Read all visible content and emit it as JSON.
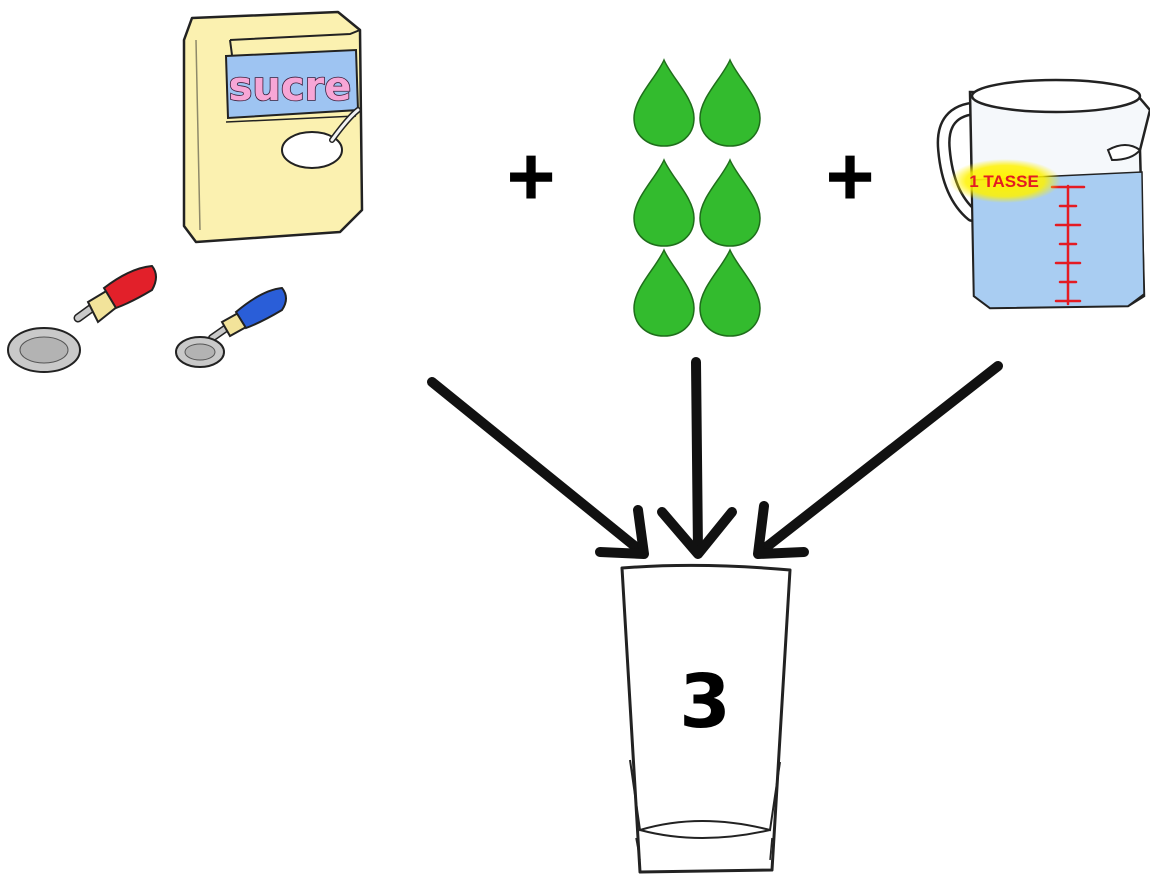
{
  "labels": {
    "sugar_bag": "sucre",
    "measure_level": "1 TASSE",
    "plus_1": "+",
    "plus_2": "+",
    "glass_number": "3"
  },
  "items": {
    "sugar_bag_icon": "sugar-bag",
    "tablespoon_icon": "tablespoon-red-handle",
    "teaspoon_icon": "teaspoon-blue-handle",
    "drops_icon": "green-drop",
    "drop_count": 6,
    "measuring_cup_icon": "measuring-cup-water",
    "glass_icon": "drinking-glass"
  },
  "colors": {
    "sugar_bag": "#fbf1b0",
    "sugar_band": "#9ec4f2",
    "sugar_text": "#f7a6d6",
    "drop_green": "#33bb2e",
    "water_blue": "#a9cdf2",
    "tasse_red": "#e41b23",
    "tasse_highlight": "#fff200",
    "spoon_red": "#e2202a",
    "spoon_blue": "#2a5ed8",
    "spoon_metal": "#c9c9c9"
  }
}
